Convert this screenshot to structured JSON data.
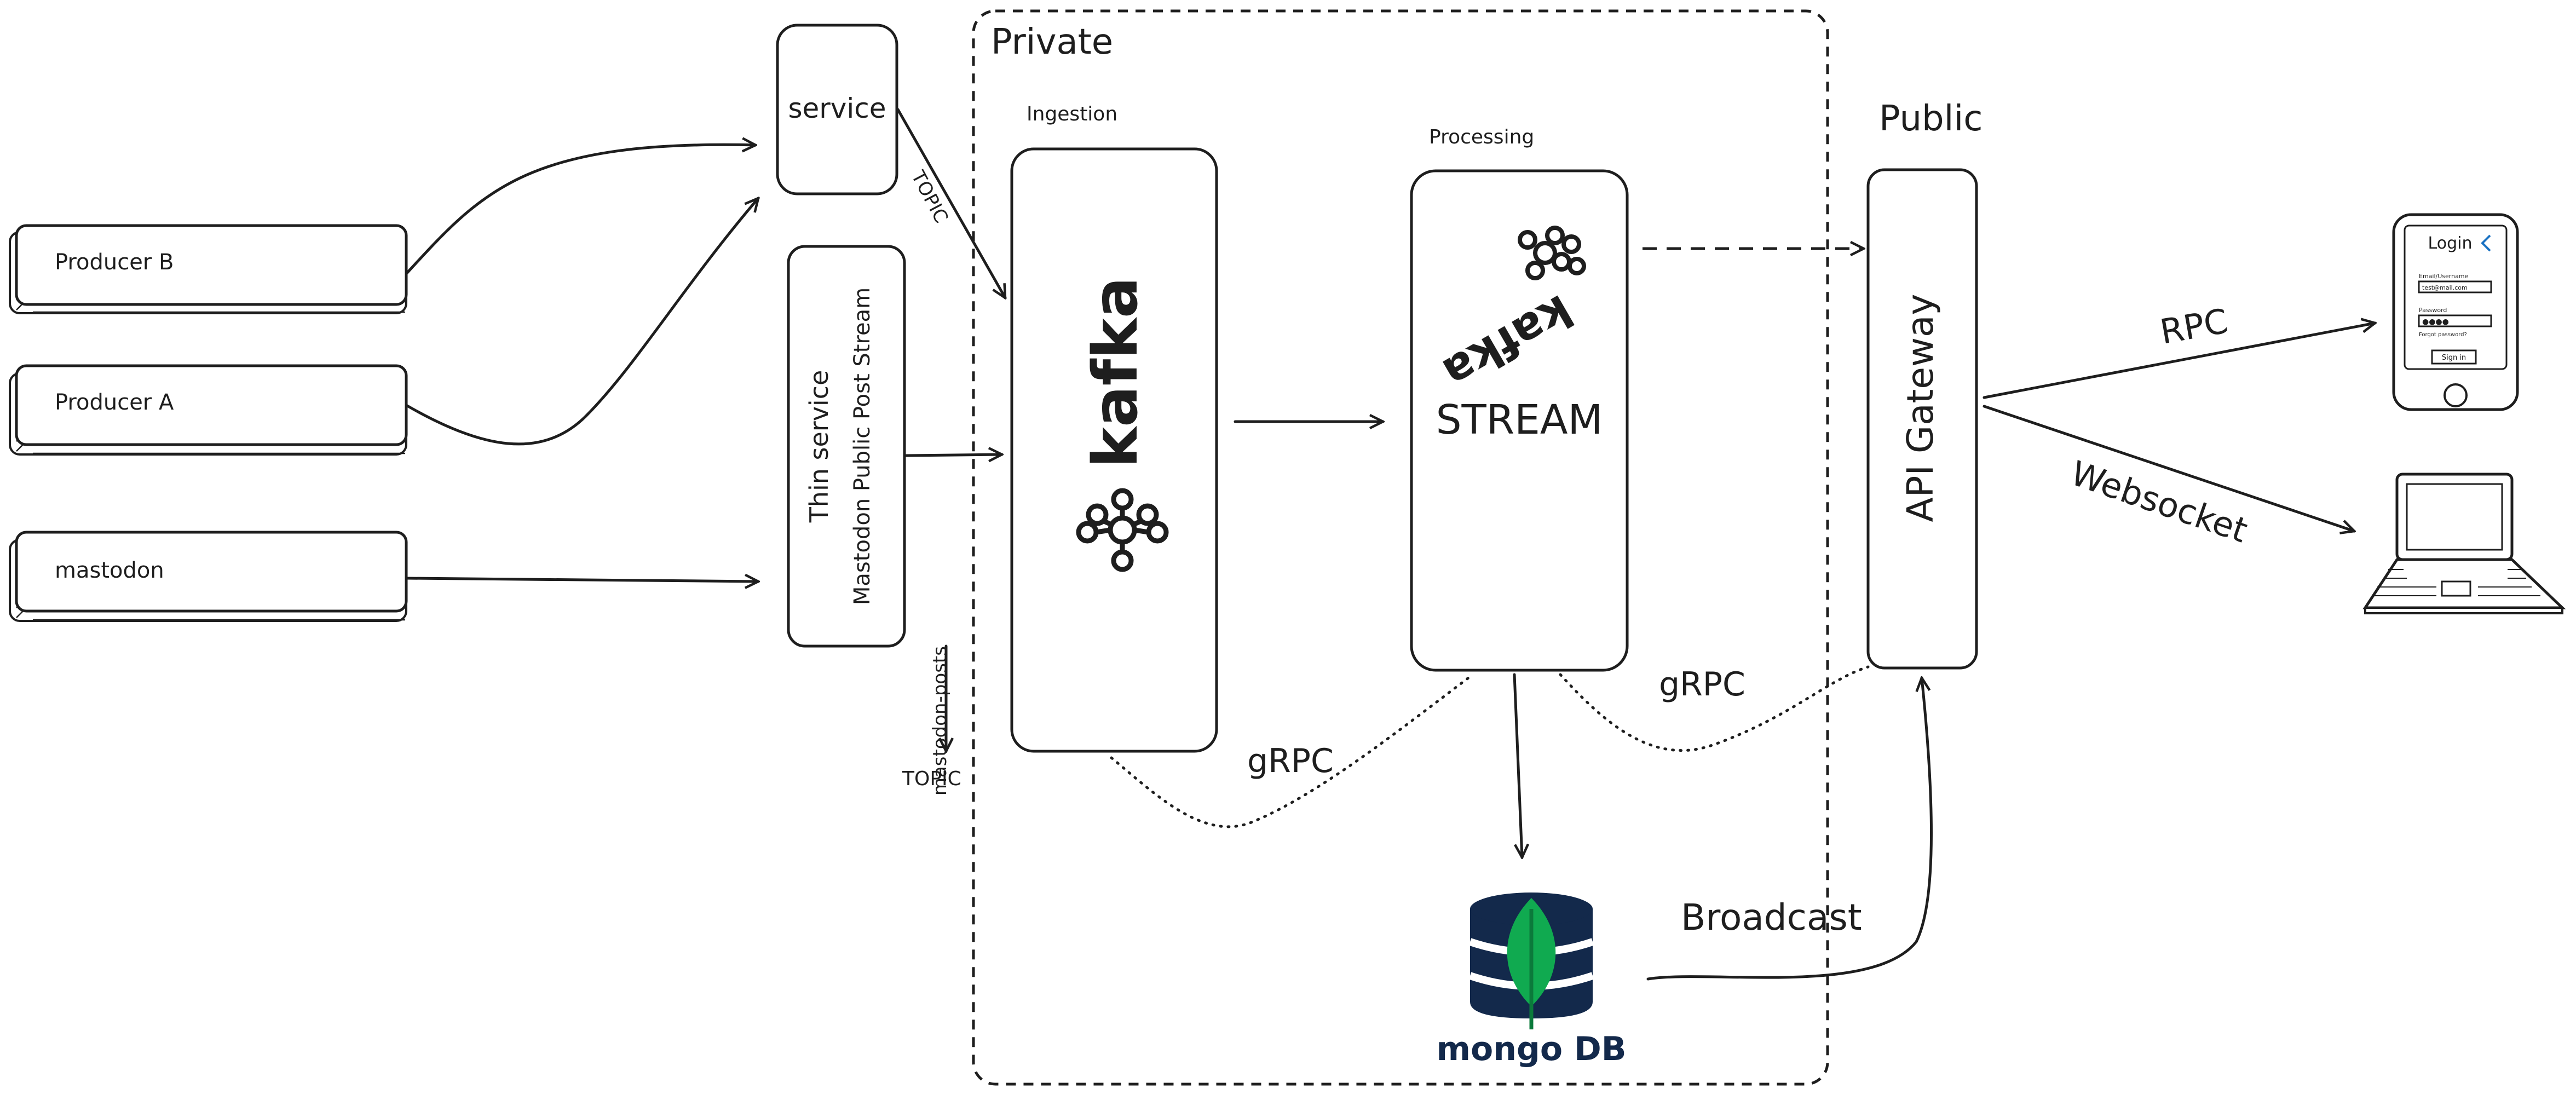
{
  "zones": {
    "private": "Private",
    "public": "Public"
  },
  "groups": {
    "ingestion": "Ingestion",
    "processing": "Processing"
  },
  "nodes": {
    "producer_b": "Producer B",
    "producer_a": "Producer A",
    "mastodon": "mastodon",
    "service": "service",
    "thin_service_line1": "Thin service",
    "thin_service_line2": "Mastodon Public Post Stream",
    "kafka_logo_text": "kafka",
    "stream_label": "STREAM",
    "api_gateway": "API Gateway",
    "mongodb_logo_text": "mongo DB"
  },
  "edges": {
    "topic_top": "TOPIC",
    "topic_bottom": "TOPIC",
    "mastodon_posts": "mastodon-posts",
    "grpc_left": "gRPC",
    "grpc_right": "gRPC",
    "broadcast": "Broadcast",
    "rpc": "RPC",
    "websocket": "Websocket"
  },
  "phone": {
    "title": "Login",
    "email_label": "Email/Username",
    "email_value": "test@mail.com",
    "password_label": "Password",
    "password_value": "●●●●",
    "forgot": "Forgot password?",
    "signin": "Sign in"
  },
  "colors": {
    "ink": "#1e1e1e",
    "mongo_navy": "#13294b",
    "mongo_leaf": "#10aa50",
    "accent_blue": "#1971c2"
  }
}
